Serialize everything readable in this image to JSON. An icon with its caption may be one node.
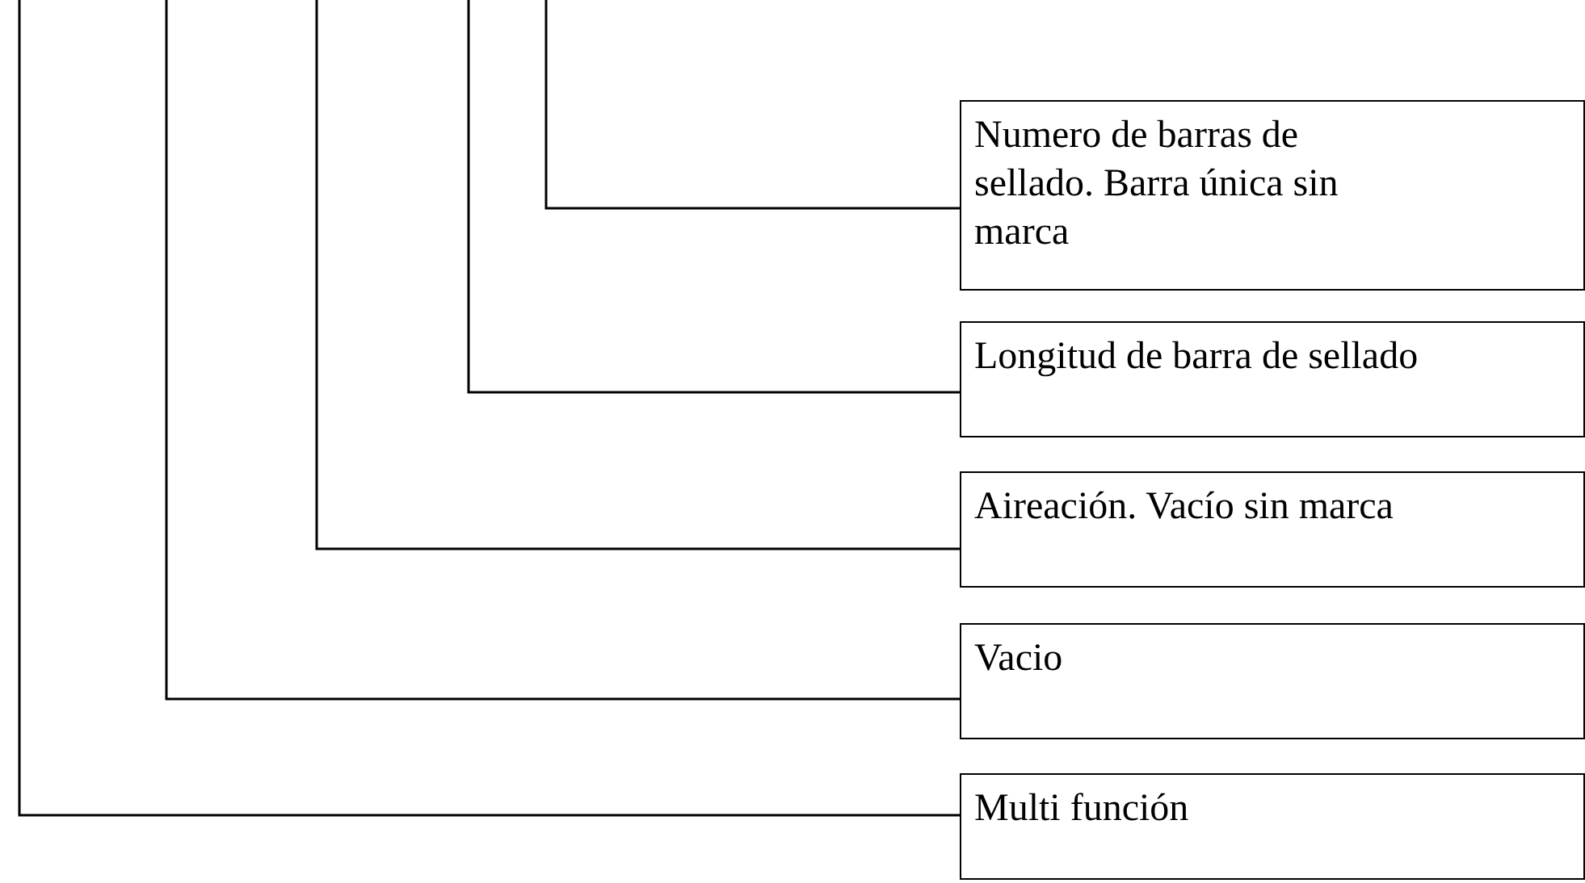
{
  "diagram": {
    "nodes": [
      {
        "text": [
          "Numero de barras de sellado. Barra única sin marca"
        ]
      },
      {
        "text": [
          "Longitud de barra de sellado"
        ]
      },
      {
        "text": [
          "Aireación. Vacío sin marca"
        ]
      },
      {
        "text": [
          "Vacio"
        ]
      },
      {
        "text": [
          "Multi función"
        ]
      }
    ],
    "edges": [
      {
        "from": null,
        "to": 0,
        "arrow": "none"
      },
      {
        "from": null,
        "to": 1,
        "arrow": "none"
      },
      {
        "from": null,
        "to": 2,
        "arrow": "none"
      },
      {
        "from": null,
        "to": 3,
        "arrow": "none"
      },
      {
        "from": null,
        "to": 4,
        "arrow": "none"
      }
    ]
  }
}
